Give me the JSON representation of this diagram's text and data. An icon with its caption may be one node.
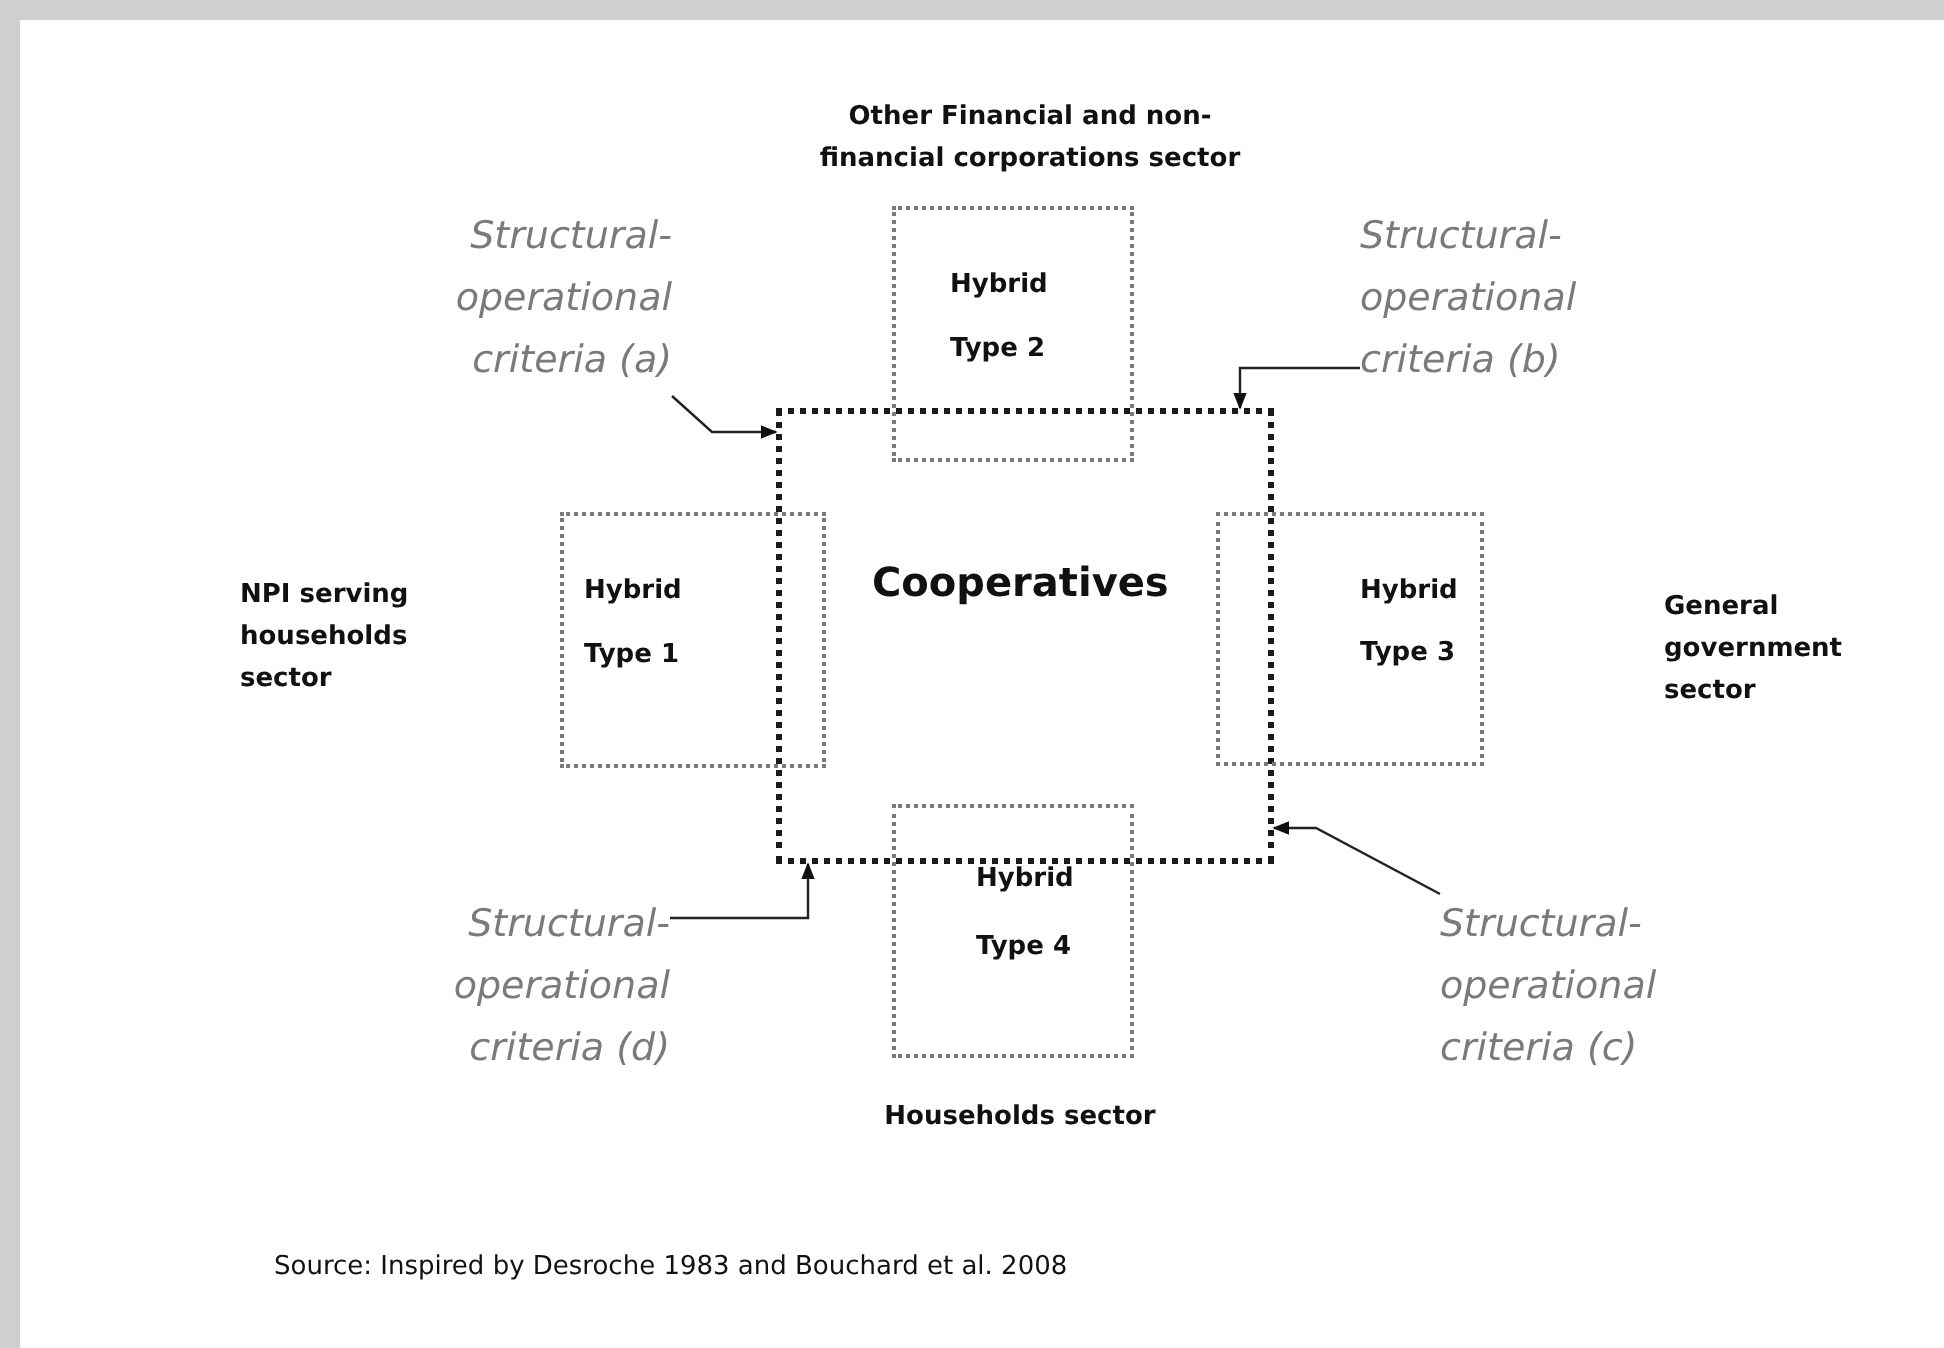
{
  "diagram": {
    "nodes": [
      {
        "text": [
          "Cooperatives"
        ]
      },
      {
        "text": [
          "Hybrid",
          "Type 1"
        ]
      },
      {
        "text": [
          "Hybrid",
          "Type 2"
        ]
      },
      {
        "text": [
          "Hybrid",
          "Type 3"
        ]
      },
      {
        "text": [
          "Hybrid",
          "Type 4"
        ]
      },
      {
        "text": [
          "Structural-operational criteria (a)"
        ]
      },
      {
        "text": [
          "Structural-operational criteria (b)"
        ]
      },
      {
        "text": [
          "Structural-operational criteria (c)"
        ]
      },
      {
        "text": [
          "Structural-operational criteria (d)"
        ]
      }
    ],
    "edges": [
      {
        "from": 5,
        "to": 0,
        "arrow": "to"
      },
      {
        "from": 6,
        "to": 0,
        "arrow": "to"
      },
      {
        "from": 7,
        "to": 0,
        "arrow": "to"
      },
      {
        "from": 8,
        "to": 0,
        "arrow": "to"
      }
    ],
    "labels": [
      "Other Financial and non-financial corporations sector",
      "NPI serving households sector",
      "General government sector",
      "Households sector",
      "Source: Inspired by Desroche 1983 and Bouchard et al. 2008"
    ]
  }
}
